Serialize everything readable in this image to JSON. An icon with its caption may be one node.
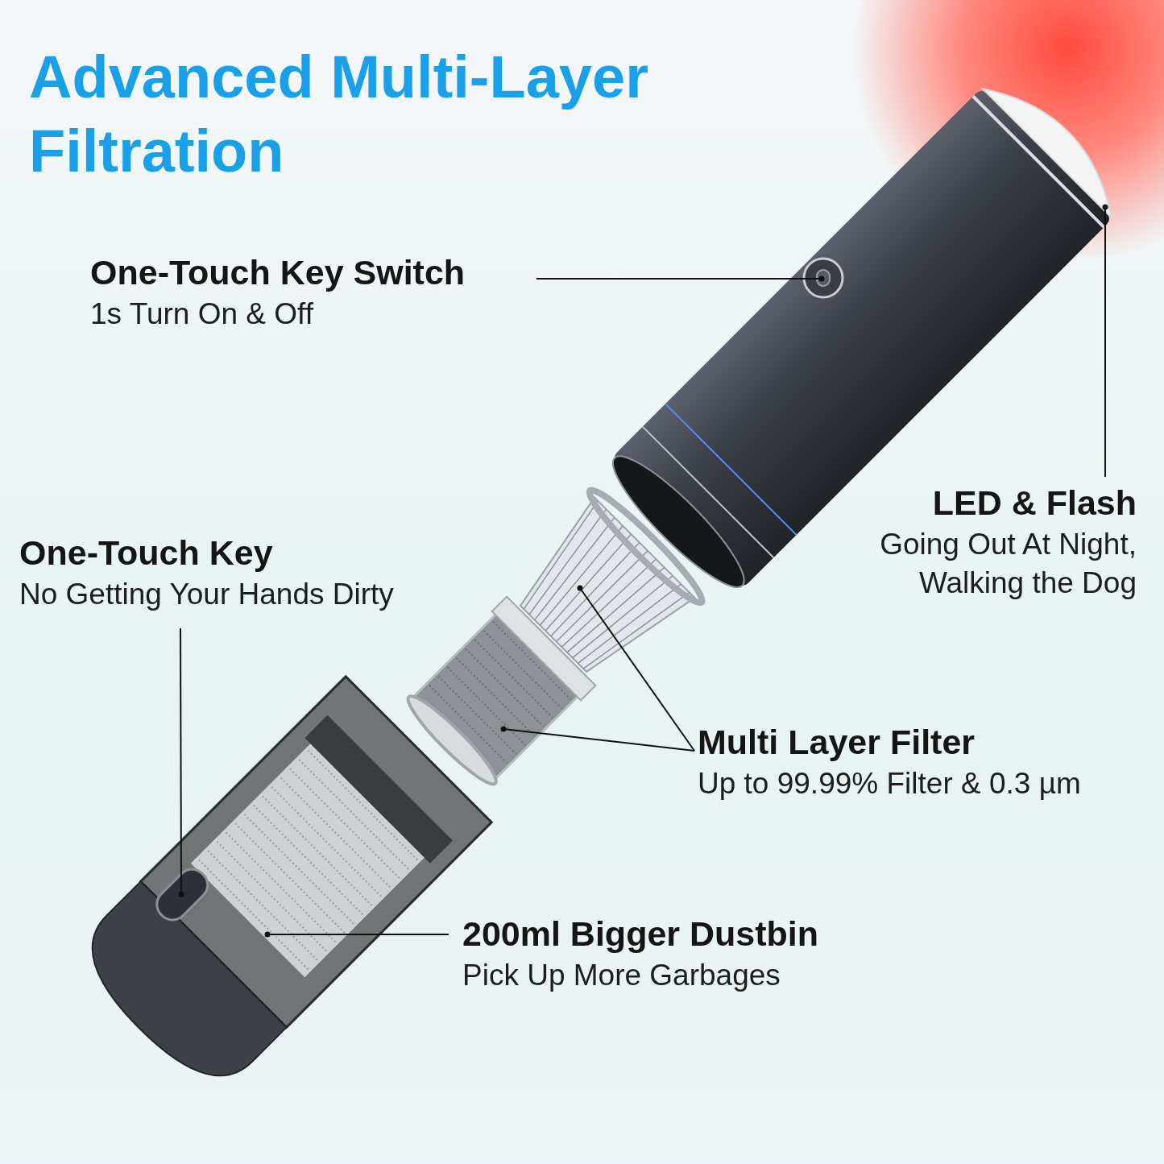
{
  "diagram": {
    "title": "Advanced Multi-Layer Filtration",
    "nodes": [
      {
        "text": [
          "One-Touch Key Switch",
          "1s Turn On & Off"
        ]
      },
      {
        "text": [
          "LED & Flash",
          "Going Out At Night, Walking the Dog"
        ]
      },
      {
        "text": [
          "One-Touch Key",
          "No Getting Your Hands Dirty"
        ]
      },
      {
        "text": [
          "Multi Layer Filter",
          "Up to 99.99% Filter & 0.3 µm"
        ]
      },
      {
        "text": [
          "200ml Bigger Dustbin",
          "Pick Up More Garbages"
        ]
      },
      {
        "text": [],
        "shape": "circle"
      },
      {
        "text": [],
        "shape": "picture"
      },
      {
        "text": [],
        "shape": "picture"
      },
      {
        "text": [],
        "shape": "picture"
      },
      {
        "text": [],
        "shape": "box",
        "in": 10
      },
      {
        "text": [],
        "shape": "picture"
      }
    ],
    "edges": [
      {
        "from": 0,
        "to": 5,
        "arrow": "other"
      },
      {
        "from": 1,
        "to": 6,
        "arrow": "other"
      },
      {
        "from": 2,
        "to": 9,
        "arrow": "other"
      },
      {
        "from": 3,
        "to": 7,
        "arrow": "other"
      },
      {
        "from": 3,
        "to": 8,
        "arrow": "other"
      },
      {
        "from": 4,
        "to": 10,
        "arrow": "other"
      }
    ]
  }
}
